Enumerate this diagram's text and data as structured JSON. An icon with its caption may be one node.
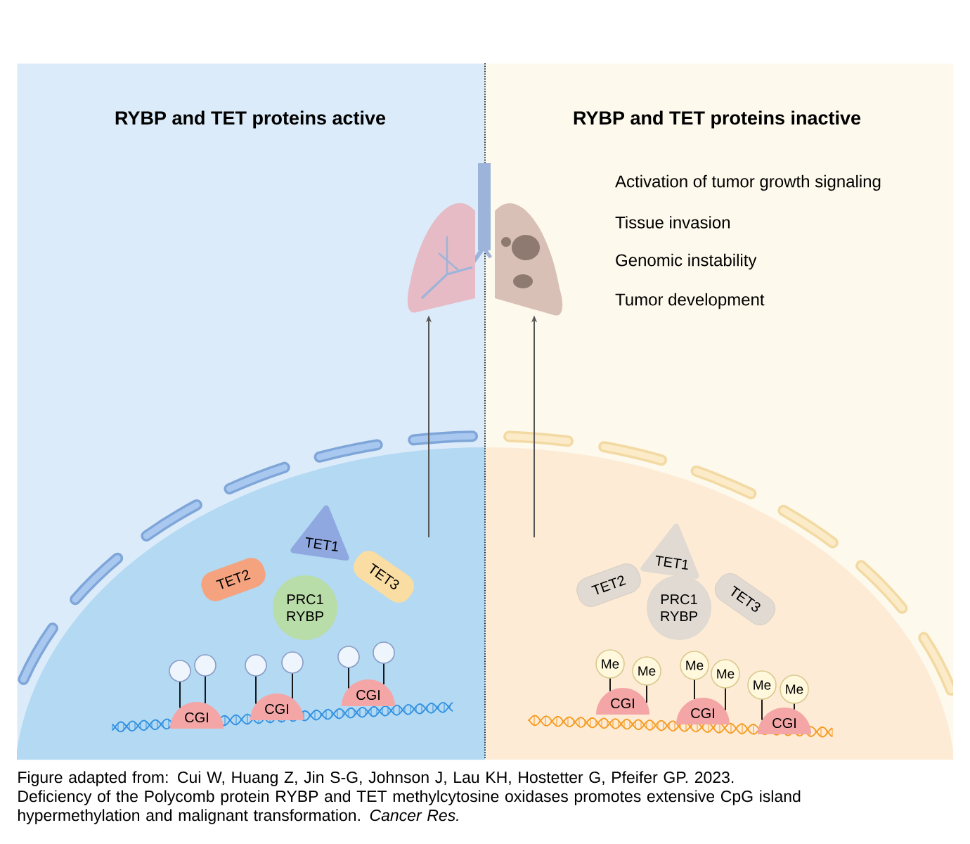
{
  "diagram": {
    "caption": "Figure adapted from: Cui W, Huang Z, Jin S-G, Johnson J, Lau KH, Hostetter G, Pfeifer GP. 2023. Deficiency of the Polycomb protein RYBP and TET methylcytosine oxidases promotes extensive CpG island hypermethylation and malignant transformation. *Cancer Res.*",
    "nodes": [
      {
        "text": [
          "RYBP and TET proteins active"
        ]
      },
      {
        "text": [],
        "shape": "picture",
        "in": 0
      },
      {
        "text": [
          "TET1"
        ],
        "in": 0
      },
      {
        "text": [
          "TET2"
        ],
        "in": 0
      },
      {
        "text": [
          "TET3"
        ],
        "in": 0
      },
      {
        "text": [
          "PRC1 RYBP"
        ],
        "in": 0
      },
      {
        "text": [],
        "shape": "circle",
        "in": 0
      },
      {
        "text": [],
        "shape": "circle",
        "in": 0
      },
      {
        "text": [],
        "shape": "circle",
        "in": 0
      },
      {
        "text": [],
        "shape": "circle",
        "in": 0
      },
      {
        "text": [],
        "shape": "circle",
        "in": 0
      },
      {
        "text": [],
        "shape": "circle",
        "in": 0
      },
      {
        "text": [
          "CGI"
        ],
        "in": 0
      },
      {
        "text": [
          "CGI"
        ],
        "in": 0
      },
      {
        "text": [
          "CGI"
        ],
        "in": 0
      },
      {
        "text": [
          "RYBP and TET proteins inactive"
        ]
      },
      {
        "text": [],
        "shape": "picture",
        "in": 15
      },
      {
        "text": [
          "TET1"
        ],
        "in": 15
      },
      {
        "text": [
          "TET2"
        ],
        "in": 15
      },
      {
        "text": [
          "TET3"
        ],
        "in": 15
      },
      {
        "text": [
          "PRC1 RYBP"
        ],
        "in": 15
      },
      {
        "text": [
          "Me"
        ],
        "in": 15
      },
      {
        "text": [
          "Me"
        ],
        "in": 15
      },
      {
        "text": [
          "Me"
        ],
        "in": 15
      },
      {
        "text": [
          "Me"
        ],
        "in": 15
      },
      {
        "text": [
          "Me"
        ],
        "in": 15
      },
      {
        "text": [
          "Me"
        ],
        "in": 15
      },
      {
        "text": [
          "CGI"
        ],
        "in": 15
      },
      {
        "text": [
          "CGI"
        ],
        "in": 15
      },
      {
        "text": [
          "CGI"
        ],
        "in": 15
      }
    ],
    "edges": [
      {
        "from": null,
        "to": 1,
        "arrow": "to"
      },
      {
        "from": null,
        "to": 16,
        "arrow": "to"
      },
      {
        "from": 6,
        "to": 12,
        "arrow": "none"
      },
      {
        "from": 7,
        "to": 12,
        "arrow": "none"
      },
      {
        "from": 8,
        "to": 13,
        "arrow": "none"
      },
      {
        "from": 9,
        "to": 13,
        "arrow": "none"
      },
      {
        "from": 10,
        "to": 14,
        "arrow": "none"
      },
      {
        "from": 11,
        "to": 14,
        "arrow": "none"
      },
      {
        "from": 21,
        "to": 27,
        "arrow": "none"
      },
      {
        "from": 22,
        "to": 27,
        "arrow": "none"
      },
      {
        "from": 23,
        "to": 28,
        "arrow": "none"
      },
      {
        "from": 24,
        "to": 28,
        "arrow": "none"
      },
      {
        "from": 25,
        "to": 29,
        "arrow": "none"
      },
      {
        "from": 26,
        "to": 29,
        "arrow": "none"
      }
    ],
    "labels": [
      "Activation of tumor growth signaling",
      "Tissue invasion",
      "Genomic instability",
      "Tumor development"
    ]
  }
}
